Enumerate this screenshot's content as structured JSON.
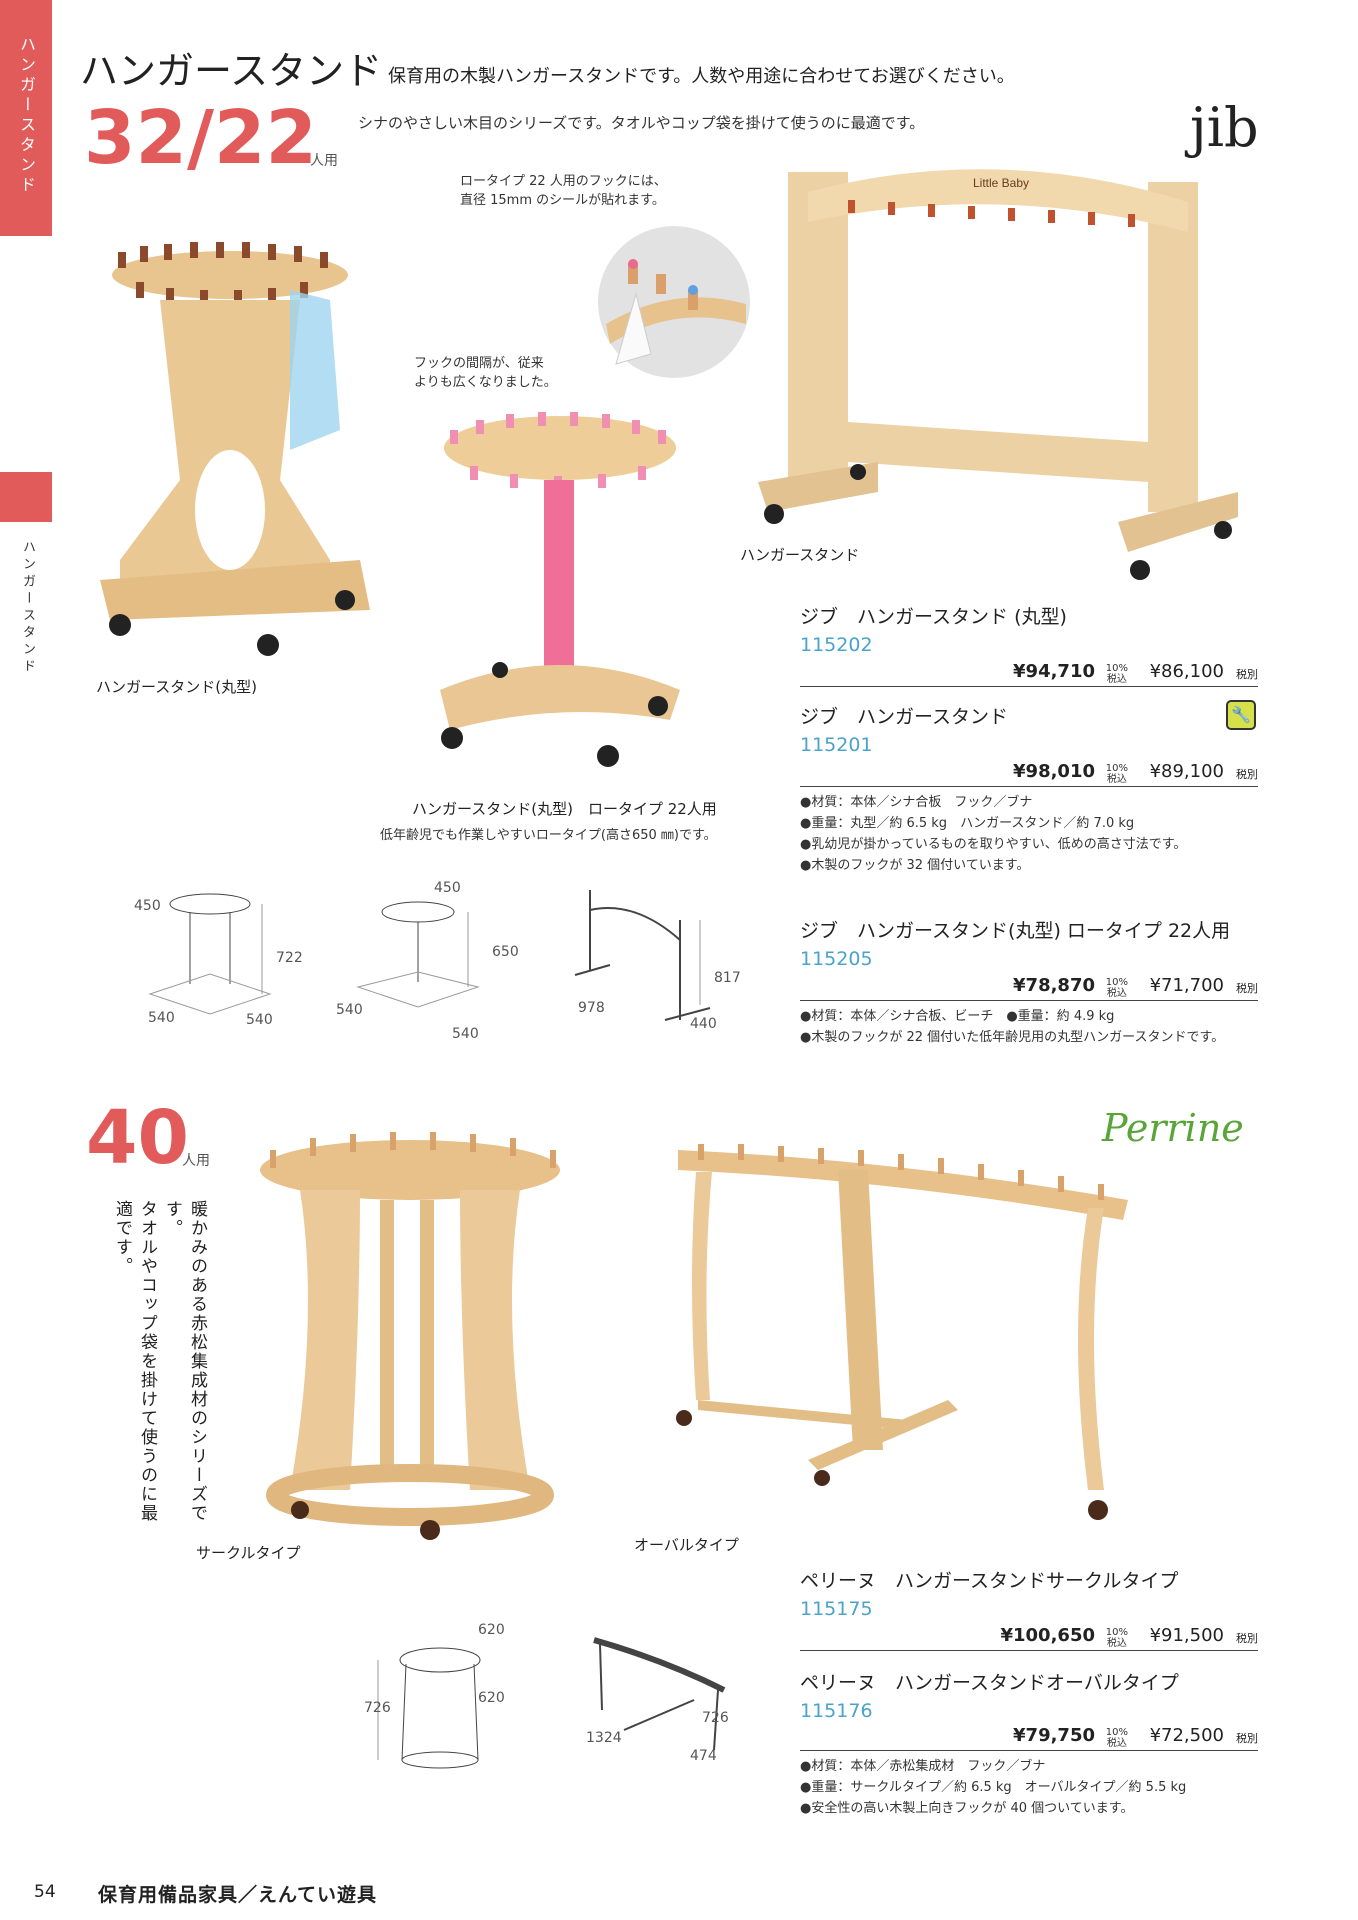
{
  "side_tab": {
    "top_label": "ハンガースタンド",
    "mid_label": "ハンガースタンド"
  },
  "header": {
    "title": "ハンガースタンド",
    "lead": "保育用の木製ハンガースタンドです。人数や用途に合わせてお選びください。",
    "series1_desc": "シナのやさしい木目のシリーズです。タオルやコップ袋を掛けて使うのに最適です。",
    "brand1": "jib"
  },
  "section1": {
    "capacity": "32/22",
    "capacity_unit": "人用",
    "callout_sticker": "ロータイプ 22 人用のフックには、直径 15mm のシールが貼れます。",
    "callout_sticker_l1": "ロータイプ 22 人用のフックには、",
    "callout_sticker_l2": "直径 15mm のシールが貼れます。",
    "callout_spacing_l1": "フックの間隔が、従来",
    "callout_spacing_l2": "よりも広くなりました。",
    "caption_round": "ハンガースタンド(丸型)",
    "caption_low": "ハンガースタンド(丸型)　ロータイプ 22人用",
    "caption_low_note": "低年齢児でも作業しやすいロータイプ(高さ650 ㎜)です。",
    "caption_stand": "ハンガースタンド",
    "illust_text": "Little Baby",
    "products": [
      {
        "name": "ジブ　ハンガースタンド (丸型)",
        "code": "115202",
        "price_incl": "¥94,710",
        "tax_l1": "10%",
        "tax_l2": "税込",
        "price_excl": "¥86,100",
        "tax_ex": "税別"
      },
      {
        "name": "ジブ　ハンガースタンド",
        "code": "115201",
        "price_incl": "¥98,010",
        "tax_l1": "10%",
        "tax_l2": "税込",
        "price_excl": "¥89,100",
        "tax_ex": "税別"
      },
      {
        "name": "ジブ　ハンガースタンド(丸型) ロータイプ 22人用",
        "code": "115205",
        "price_incl": "¥78,870",
        "tax_l1": "10%",
        "tax_l2": "税込",
        "price_excl": "¥71,700",
        "tax_ex": "税別"
      }
    ],
    "specs_a": [
      "●材質：本体／シナ合板　フック／ブナ",
      "●重量：丸型／約 6.5 kg　ハンガースタンド／約 7.0 kg",
      "●乳幼児が掛かっているものを取りやすい、低めの高さ寸法です。",
      "●木製のフックが 32 個付いています。"
    ],
    "specs_b": [
      "●材質：本体／シナ合板、ビーチ　●重量：約 4.9 kg",
      "●木製のフックが 22 個付いた低年齢児用の丸型ハンガースタンドです。"
    ],
    "dims": {
      "round": [
        "450",
        "722",
        "540",
        "540"
      ],
      "low": [
        "450",
        "650",
        "540",
        "540"
      ],
      "stand": [
        "817",
        "978",
        "440"
      ]
    }
  },
  "section2": {
    "capacity": "40",
    "capacity_unit": "人用",
    "brand2": "Perrine",
    "vertical_text_l1": "暖かみのある赤松集成材のシリーズです。",
    "vertical_text_l2": "タオルやコップ袋を掛けて使うのに最適です。",
    "caption_circle": "サークルタイプ",
    "caption_oval": "オーバルタイプ",
    "products": [
      {
        "name": "ペリーヌ　ハンガースタンドサークルタイプ",
        "code": "115175",
        "price_incl": "¥100,650",
        "tax_l1": "10%",
        "tax_l2": "税込",
        "price_excl": "¥91,500",
        "tax_ex": "税別"
      },
      {
        "name": "ペリーヌ　ハンガースタンドオーバルタイプ",
        "code": "115176",
        "price_incl": "¥79,750",
        "tax_l1": "10%",
        "tax_l2": "税込",
        "price_excl": "¥72,500",
        "tax_ex": "税別"
      }
    ],
    "specs": [
      "●材質：本体／赤松集成材　フック／ブナ",
      "●重量：サークルタイプ／約 6.5 kg　オーバルタイプ／約 5.5 kg",
      "●安全性の高い木製上向きフックが 40 個ついています。"
    ],
    "dims": {
      "circle": [
        "620",
        "620",
        "726"
      ],
      "oval": [
        "726",
        "1324",
        "474"
      ]
    }
  },
  "footer": {
    "page": "54",
    "title": "保育用備品家具／えんてい遊具"
  }
}
